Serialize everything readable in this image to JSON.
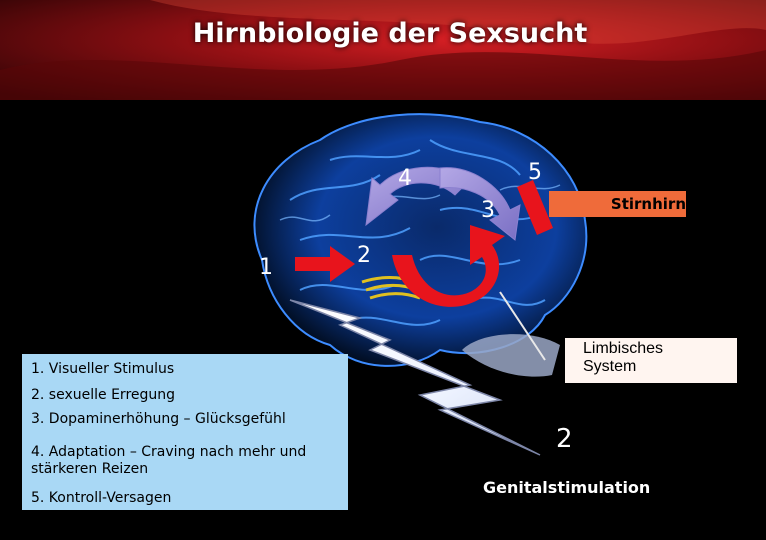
{
  "title": "Hirnbiologie der Sexsucht",
  "numbers": {
    "n1": "1",
    "n2": "2",
    "n3": "3",
    "n4": "4",
    "n5": "5"
  },
  "labels": {
    "stirnhirn": "Stirnhirn",
    "limbisches": "Limbisches System",
    "genital_number": "2",
    "genital": "Genitalstimulation"
  },
  "legend": [
    "1. Visueller Stimulus",
    "2. sexuelle Erregung",
    "3. Dopaminerhöhung – Glücksgefühl",
    "4. Adaptation – Craving nach mehr und stärkeren Reizen",
    "5. Kontroll-Versagen"
  ],
  "colors": {
    "header_red": "#b3171b",
    "brain_blue": "#1e6fd9",
    "arrow_red": "#e8141c",
    "stirnhirn_box": "#ef6b3a",
    "legend_box": "#a9d8f5"
  }
}
